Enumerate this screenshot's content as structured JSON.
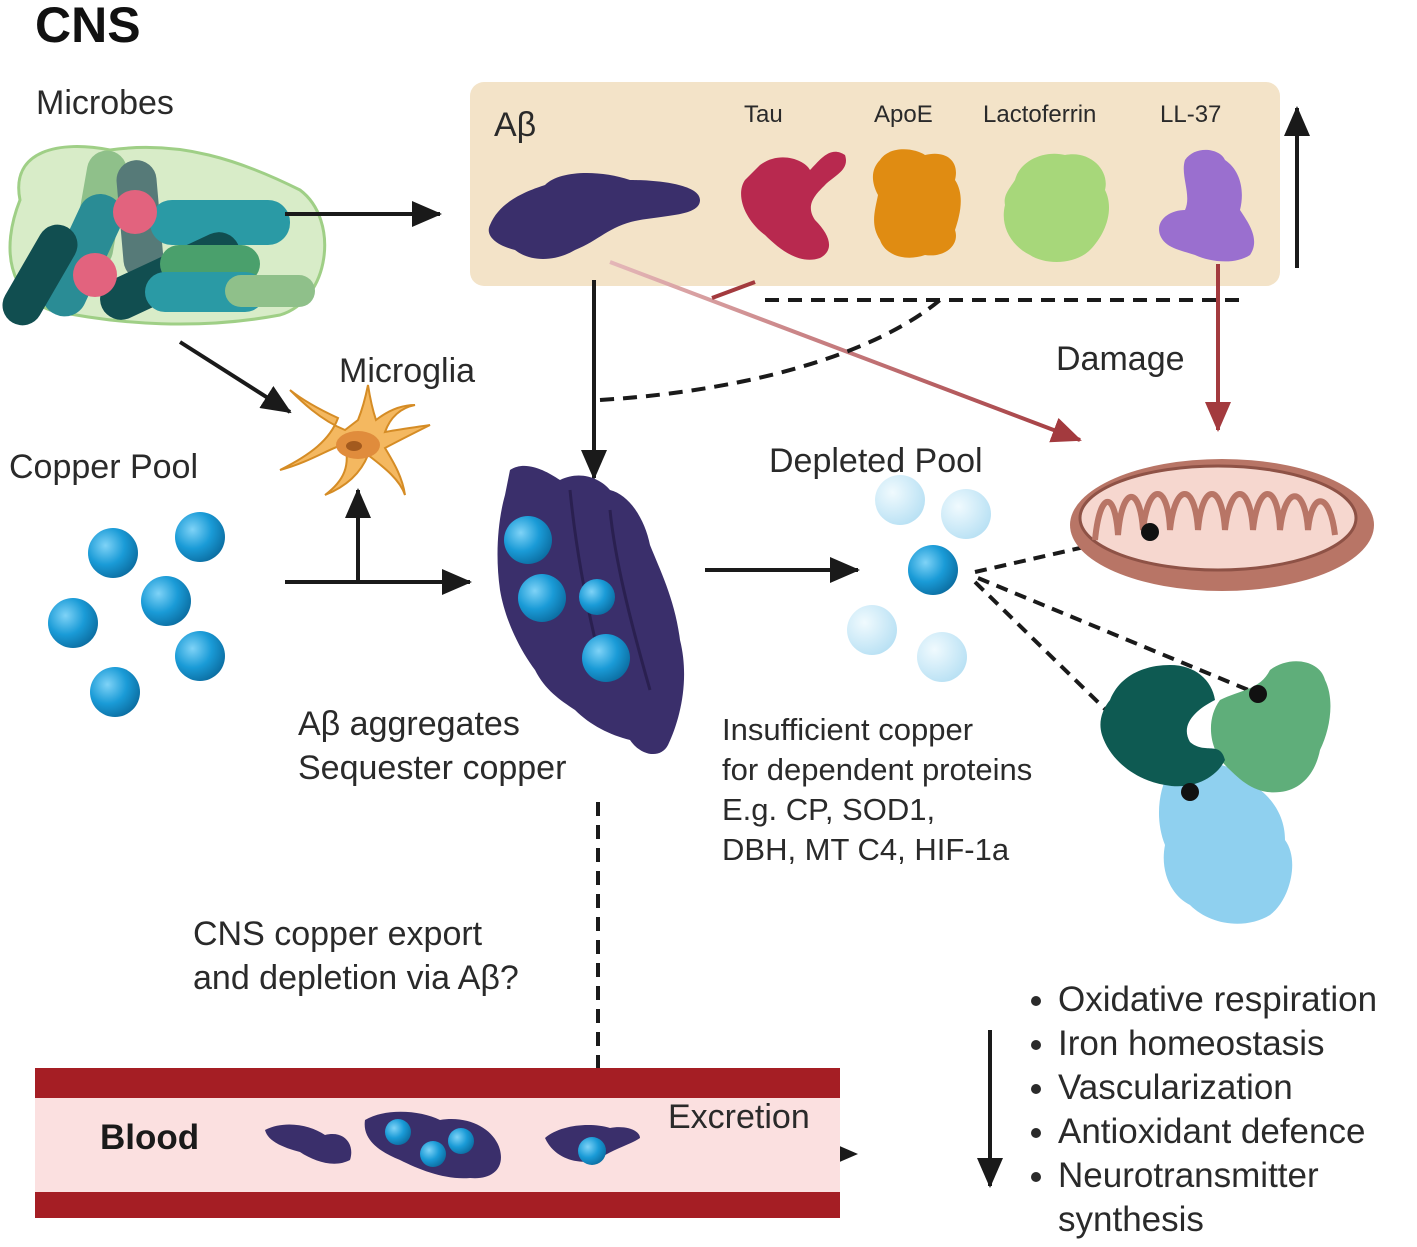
{
  "title": "CNS",
  "labels": {
    "microbes": "Microbes",
    "microglia": "Microglia",
    "copper_pool": "Copper Pool",
    "abeta_box": "Aβ",
    "depleted_pool": "Depleted Pool",
    "damage": "Damage",
    "aggregates": "Aβ aggregates\nSequester copper",
    "insufficient": "Insufficient copper\nfor dependent proteins\nE.g. CP, SOD1,\nDBH, MT C4, HIF-1a",
    "export": "CNS copper export\nand depletion via Aβ?",
    "blood": "Blood",
    "excretion": "Excretion"
  },
  "proteins": [
    "Tau",
    "ApoE",
    "Lactoferrin",
    "LL-37"
  ],
  "outcomes": [
    "Oxidative respiration",
    "Iron homeostasis",
    "Vascularization",
    "Antioxidant defence",
    "Neurotransmitter synthesis"
  ],
  "colors": {
    "abeta": "#3a2f6b",
    "copper": "#1a9bd7",
    "depleted_copper": "#c8e8f7",
    "tau": "#b8294f",
    "apoe": "#e08c12",
    "lactoferrin": "#a7d77a",
    "ll37": "#9a6fcf",
    "box": "#f3e3c8",
    "damage_arrow": "#a33a3e",
    "blood_wall": "#a51e24",
    "blood_lumen": "#fbe0e0",
    "microglia": "#f4b860",
    "mito_outer": "#b87566",
    "mito_inner": "#f6d7cf"
  }
}
